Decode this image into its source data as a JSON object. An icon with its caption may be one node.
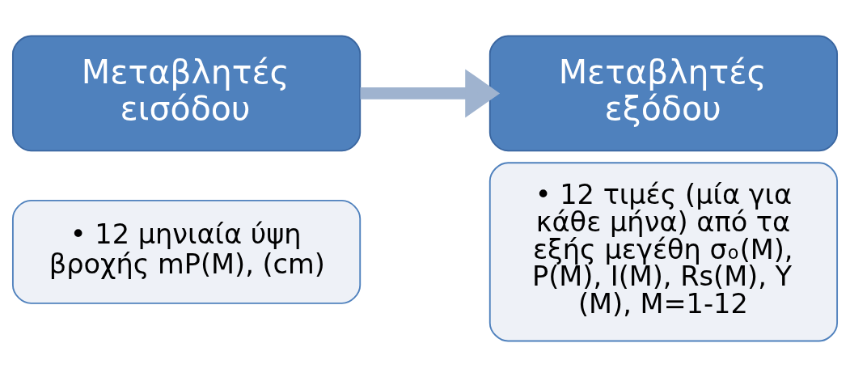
{
  "diagram": {
    "nodes": [
      {
        "text": [
          "Μεταβλητές εισόδου"
        ]
      },
      {
        "text": [
          "• 12 μηνιαία ύψη βροχής mP(M), (cm)"
        ]
      },
      {
        "text": [
          "Μεταβλητές εξόδου"
        ]
      },
      {
        "text": [
          "• 12 τιμές (μία για κάθε μήνα) από τα εξής μεγέθη σ$_{o}$(M), P(M), I(M), Rs(M), Y (M), M=1-12"
        ]
      }
    ],
    "edges": [
      {
        "from": 0,
        "to": 2,
        "arrow": "to"
      }
    ]
  }
}
